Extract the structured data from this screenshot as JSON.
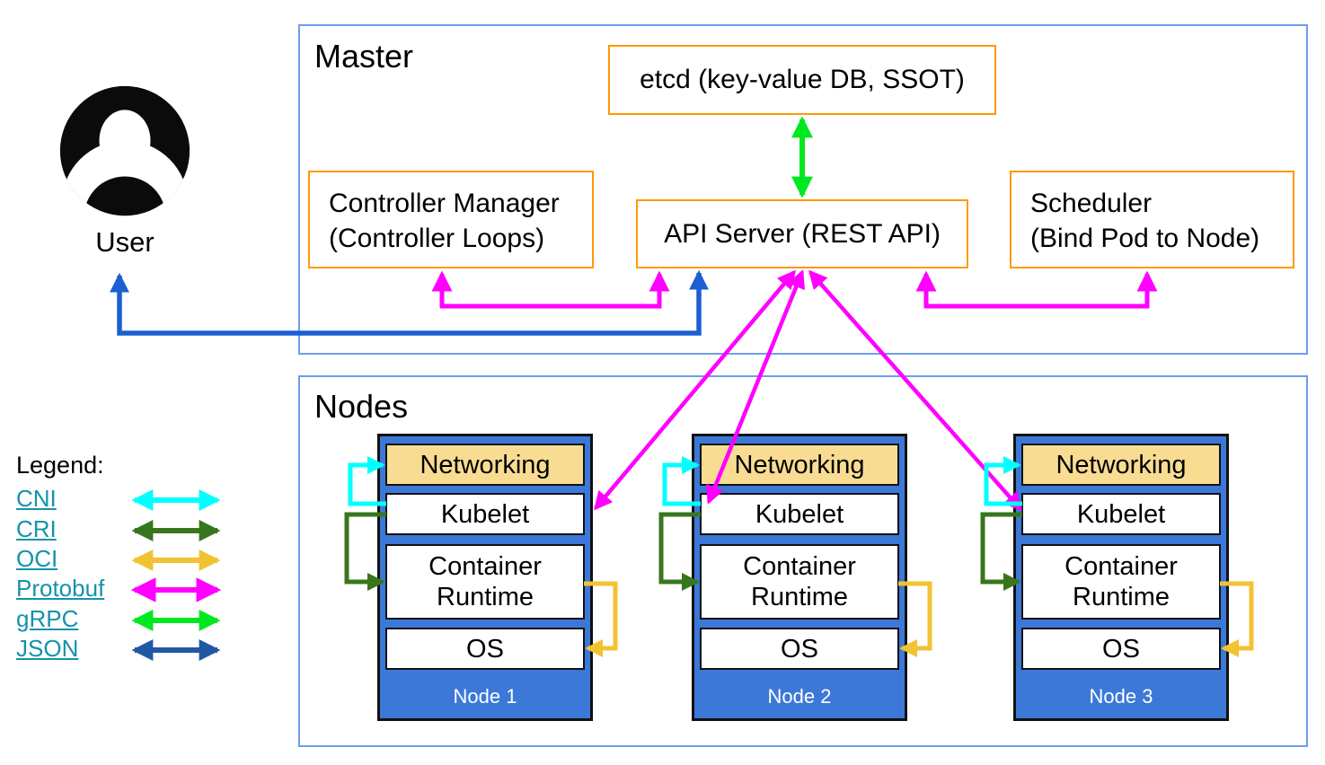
{
  "colors": {
    "cni": "#00ffff",
    "cri": "#38761d",
    "oci": "#f1c232",
    "protobuf": "#ff00ff",
    "grpc": "#00e81f",
    "json": "#2158a4",
    "user_arrow": "#1b5fd1",
    "node_fill": "#3c78d8",
    "networking_fill": "#f8dc92",
    "orange_border": "#ff9900",
    "container_border": "#6d9eeb",
    "legend_link": "#1493aa"
  },
  "user": {
    "label": "User"
  },
  "master": {
    "title": "Master",
    "etcd_label": "etcd (key-value DB, SSOT)",
    "controller_manager": {
      "line1": "Controller Manager",
      "line2": "(Controller Loops)"
    },
    "api_server_label": "API Server (REST API)",
    "scheduler": {
      "line1": "Scheduler",
      "line2": "(Bind Pod to Node)"
    }
  },
  "nodes_section": {
    "title": "Nodes",
    "nodes": [
      {
        "name": "Node 1",
        "layers": {
          "networking": "Networking",
          "kubelet": "Kubelet",
          "runtime": "Container Runtime",
          "os": "OS"
        }
      },
      {
        "name": "Node 2",
        "layers": {
          "networking": "Networking",
          "kubelet": "Kubelet",
          "runtime": "Container Runtime",
          "os": "OS"
        }
      },
      {
        "name": "Node 3",
        "layers": {
          "networking": "Networking",
          "kubelet": "Kubelet",
          "runtime": "Container Runtime",
          "os": "OS"
        }
      }
    ]
  },
  "legend": {
    "title": "Legend:",
    "items": [
      {
        "label": "CNI",
        "color": "#00ffff"
      },
      {
        "label": "CRI",
        "color": "#38761d"
      },
      {
        "label": "OCI",
        "color": "#f1c232"
      },
      {
        "label": "Protobuf",
        "color": "#ff00ff"
      },
      {
        "label": "gRPC",
        "color": "#00e81f"
      },
      {
        "label": "JSON",
        "color": "#2158a4"
      }
    ]
  }
}
